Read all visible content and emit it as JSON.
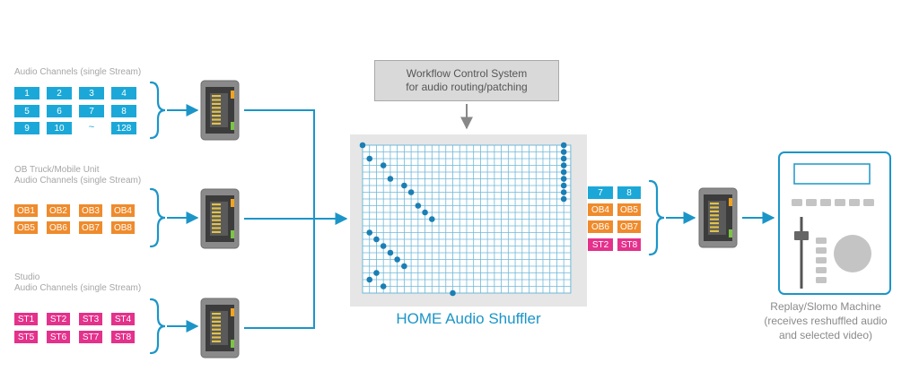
{
  "groups": [
    {
      "label_lines": [
        "Audio Channels (single Stream)"
      ],
      "chips": [
        "1",
        "2",
        "3",
        "4",
        "5",
        "6",
        "7",
        "8",
        "9",
        "10",
        "~",
        "128"
      ],
      "color": "#1ba8d8"
    },
    {
      "label_lines": [
        "OB Truck/Mobile Unit",
        "Audio Channels (single Stream)"
      ],
      "chips": [
        "OB1",
        "OB2",
        "OB3",
        "OB4",
        "OB5",
        "OB6",
        "OB7",
        "OB8"
      ],
      "color": "#ef8b2c"
    },
    {
      "label_lines": [
        "Studio",
        "Audio Channels (single Stream)"
      ],
      "chips": [
        "ST1",
        "ST2",
        "ST3",
        "ST4",
        "ST5",
        "ST6",
        "ST7",
        "ST8"
      ],
      "color": "#e4318c"
    }
  ],
  "workflow_box": {
    "line1": "Workflow Control System",
    "line2": "for audio routing/patching"
  },
  "shuffler": {
    "title": "HOME Audio Shuffler"
  },
  "output_chips": [
    {
      "text": "7",
      "color": "#1ba8d8"
    },
    {
      "text": "8",
      "color": "#1ba8d8"
    },
    {
      "text": "OB4",
      "color": "#ef8b2c"
    },
    {
      "text": "OB5",
      "color": "#ef8b2c"
    },
    {
      "text": "OB6",
      "color": "#ef8b2c"
    },
    {
      "text": "OB7",
      "color": "#ef8b2c"
    },
    {
      "text": "ST2",
      "color": "#e4318c"
    },
    {
      "text": "ST8",
      "color": "#e4318c"
    }
  ],
  "replay": {
    "line1": "Replay/Slomo Machine",
    "line2": "(receives reshuffled audio",
    "line3": "and selected video)"
  },
  "icons": [
    "ethernet-port-icon",
    "brace-icon",
    "arrow-right-icon",
    "arrow-down-icon",
    "replay-machine-icon"
  ],
  "colors": {
    "accent": "#1b95c8",
    "grid_line": "#6fb8d8",
    "grid_dot": "#1a7fb5",
    "panel": "#e6e6e6"
  }
}
